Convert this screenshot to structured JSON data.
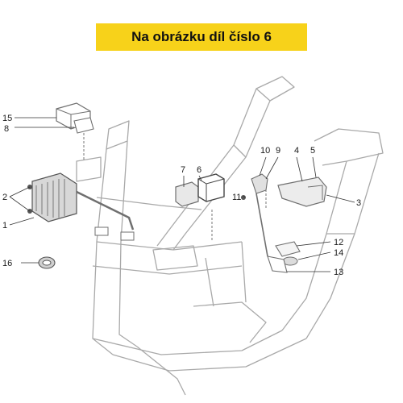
{
  "header": {
    "title": "Na obrázku díl číslo 6",
    "banner_color": "#f7d21a"
  },
  "diagram": {
    "line_color": "#a9a9a9",
    "part_color": "#6f6f6f",
    "labels": {
      "p1": "1",
      "p2": "2",
      "p3": "3",
      "p4": "4",
      "p5": "5",
      "p6": "6",
      "p7": "7",
      "p8": "8",
      "p9": "9",
      "p10": "10",
      "p11": "11",
      "p12": "12",
      "p13": "13",
      "p14": "14",
      "p15": "15",
      "p16": "16"
    }
  }
}
